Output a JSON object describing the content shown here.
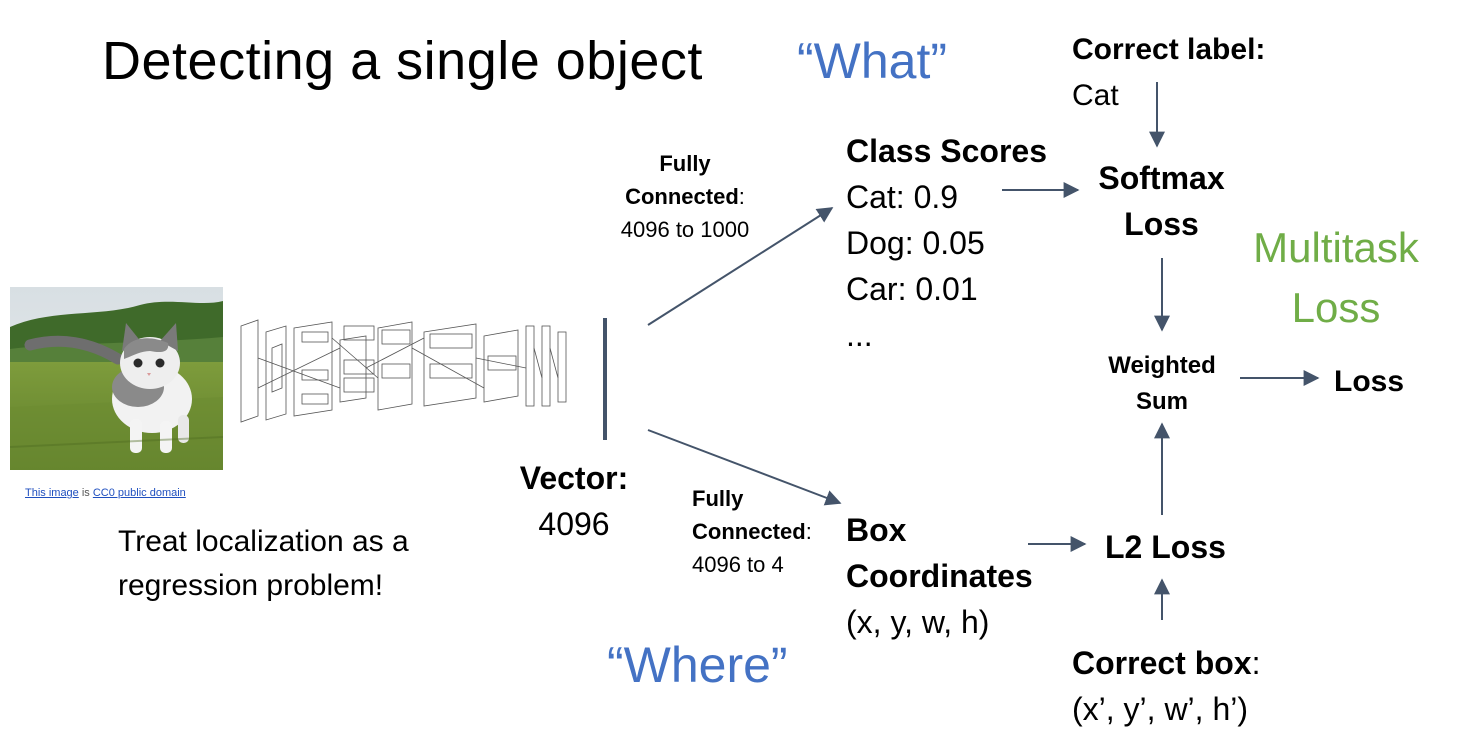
{
  "title": "Detecting a single object",
  "what_label": "“What”",
  "where_label": "“Where”",
  "correct_label": {
    "heading": "Correct label:",
    "value": "Cat"
  },
  "class_scores": {
    "heading": "Class Scores",
    "items": [
      "Cat: 0.9",
      "Dog: 0.05",
      "Car: 0.01",
      "..."
    ]
  },
  "softmax_loss": [
    "Softmax",
    "Loss"
  ],
  "multitask_loss": [
    "Multitask",
    "Loss"
  ],
  "fc_top": {
    "line1": "Fully",
    "line2": "Connected",
    "line2_suffix": ":",
    "line3": "4096 to 1000"
  },
  "fc_bottom": {
    "line1": "Fully",
    "line2": "Connected",
    "line2_suffix": ":",
    "line3": "4096 to 4"
  },
  "vector": {
    "label": "Vector:",
    "value": "4096"
  },
  "weighted_sum": [
    "Weighted",
    "Sum"
  ],
  "final_loss": "Loss",
  "box_coordinates": {
    "line1": "Box",
    "line2": "Coordinates",
    "line3": "(x, y, w, h)"
  },
  "l2_loss": "L2 Loss",
  "correct_box": {
    "heading": "Correct box",
    "heading_suffix": ":",
    "value": "(x’, y’, w’, h’)"
  },
  "caption": {
    "link1": "This image",
    "middle": " is ",
    "link2": "CC0 public domain"
  },
  "regression_note": [
    "Treat localization as a",
    "regression problem!"
  ],
  "colors": {
    "accent_blue": "#4472c4",
    "accent_green": "#70ad47",
    "arrow": "#44546a"
  }
}
